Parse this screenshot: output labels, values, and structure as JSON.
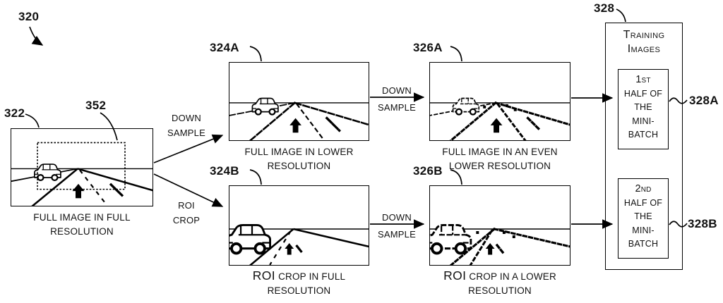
{
  "figure_ref": "320",
  "boxes": {
    "source": {
      "ref": "322",
      "roi_ref": "352",
      "caption": [
        "FULL IMAGE IN FULL",
        "RESOLUTION"
      ]
    },
    "full_lower": {
      "ref": "324A",
      "caption": [
        "FULL IMAGE IN LOWER",
        "RESOLUTION"
      ]
    },
    "full_even_lower": {
      "ref": "326A",
      "caption": [
        "FULL IMAGE IN AN EVEN",
        "LOWER RESOLUTION"
      ]
    },
    "roi_full": {
      "ref": "324B",
      "caption_acronym": "ROI",
      "caption_rest": "CROP IN FULL",
      "caption_line2": "RESOLUTION"
    },
    "roi_lower": {
      "ref": "326B",
      "caption_acronym": "ROI",
      "caption_rest": "CROP IN A LOWER",
      "caption_line2": "RESOLUTION"
    }
  },
  "operations": {
    "down_sample_top": {
      "line1": "DOWN",
      "line2": "SAMPLE"
    },
    "roi_crop": {
      "line1": "ROI",
      "line2": "CROP"
    },
    "down_sample_mid_top": {
      "line1": "DOWN",
      "line2": "SAMPLE"
    },
    "down_sample_mid_bottom": {
      "line1": "DOWN",
      "line2": "SAMPLE"
    }
  },
  "training": {
    "ref": "328",
    "title_line1": "Training",
    "title_line2": "Images",
    "half1": {
      "ref": "328A",
      "ordinal": "1st",
      "lines": [
        "HALF OF",
        "THE",
        "MINI-",
        "BATCH"
      ]
    },
    "half2": {
      "ref": "328B",
      "ordinal": "2nd",
      "lines": [
        "HALF OF",
        "THE",
        "MINI-",
        "BATCH"
      ]
    }
  },
  "colors": {
    "line": "#000000",
    "background": "#ffffff"
  }
}
